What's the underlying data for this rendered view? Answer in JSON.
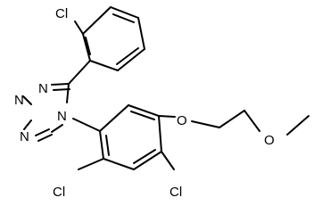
{
  "molecule": {
    "atoms": {
      "cl_top": "Cl",
      "n_ring_upper": "N",
      "n_ring_mid": "N",
      "n_ring_lower": "N",
      "n_ring_attached": "N",
      "o_ether": "O",
      "o_methoxy": "O",
      "cl_left": "Cl",
      "cl_right": "Cl"
    }
  }
}
